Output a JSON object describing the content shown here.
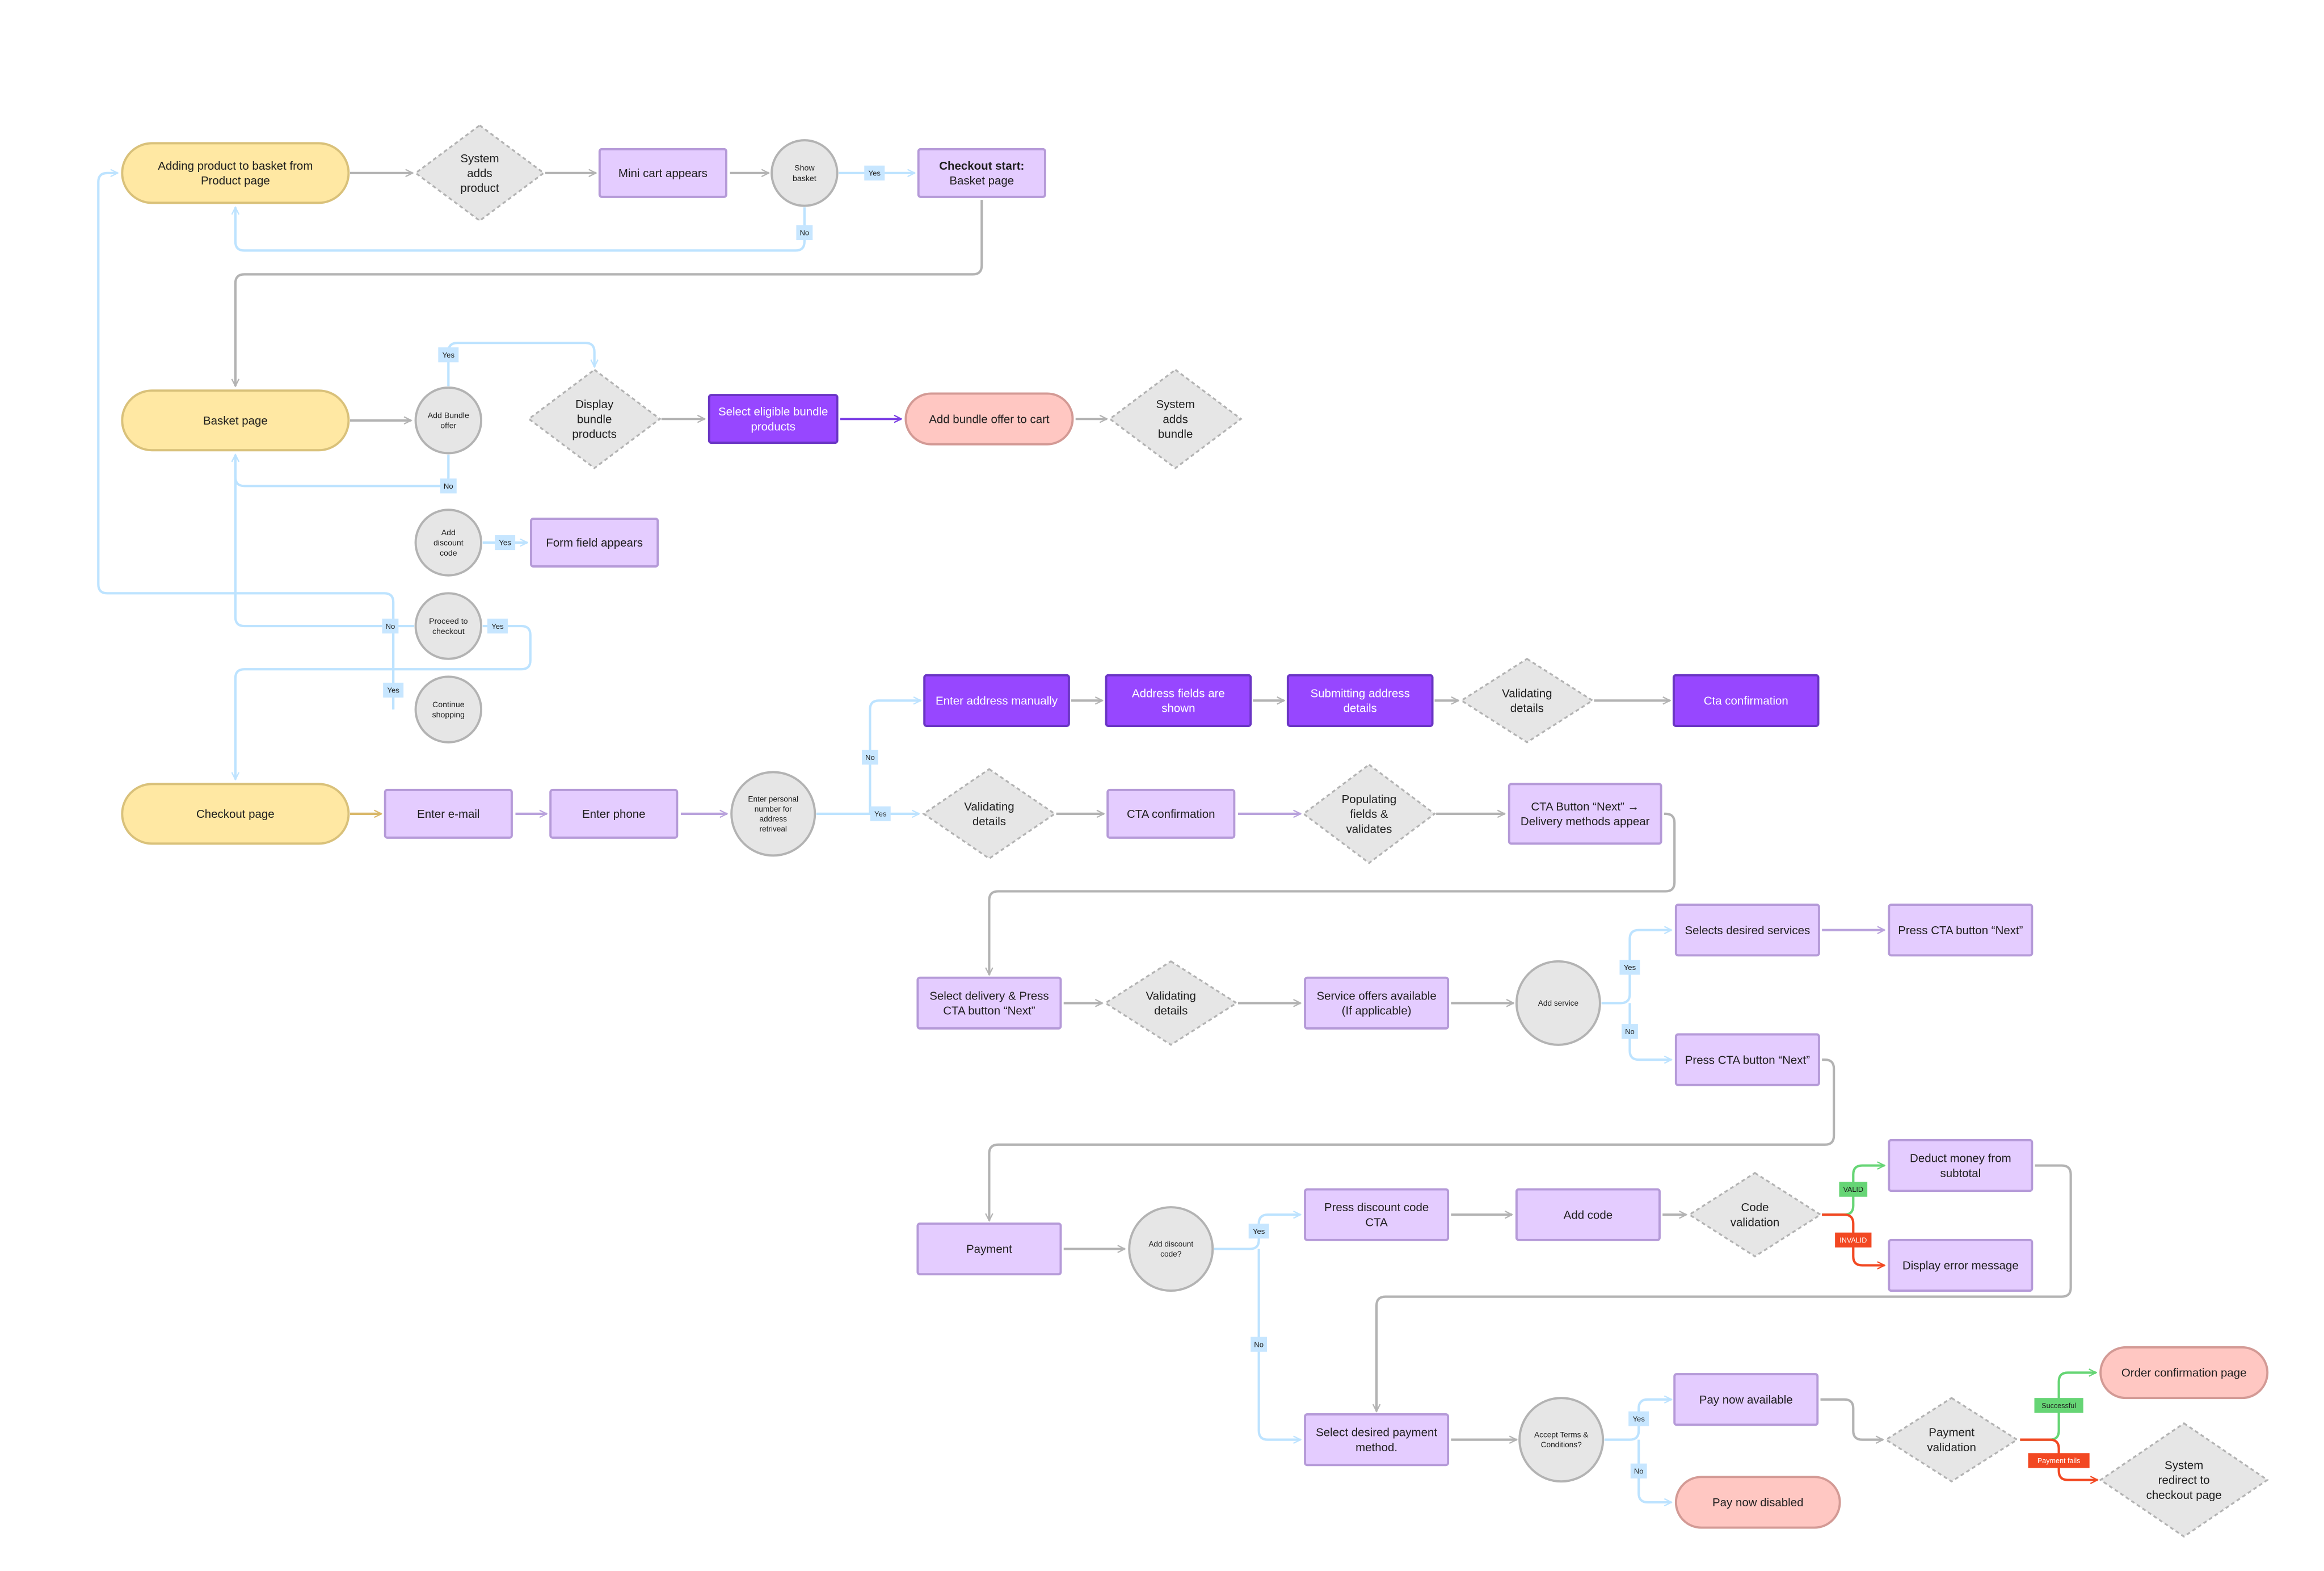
{
  "colors": {
    "terminal_yellow": "#ffe8a3",
    "process_light_purple": "#e4ccff",
    "process_dark_purple": "#9747ff",
    "terminal_pink": "#ffc7c2",
    "decision_gray": "#e6e6e6",
    "connector_blue": "#bde3ff",
    "connector_gray": "#b3b3b3",
    "valid_green": "#66d575",
    "invalid_red": "#f24822"
  },
  "nodes": [
    {
      "id": "n1",
      "type": "terminal",
      "style": "yellow",
      "lines": [
        "Adding product to basket from",
        "Product page"
      ]
    },
    {
      "id": "n2",
      "type": "decision",
      "style": "gray",
      "lines": [
        "System",
        "adds",
        "product"
      ]
    },
    {
      "id": "n3",
      "type": "process",
      "style": "light",
      "lines": [
        "Mini cart appears"
      ]
    },
    {
      "id": "n4",
      "type": "connector",
      "style": "gray",
      "lines": [
        "Show",
        "basket"
      ]
    },
    {
      "id": "n5",
      "type": "process",
      "style": "light",
      "lines": [
        "Checkout start:",
        "Basket page"
      ],
      "bold_first": true
    },
    {
      "id": "n6",
      "type": "terminal",
      "style": "yellow",
      "lines": [
        "Basket page"
      ]
    },
    {
      "id": "n7",
      "type": "connector",
      "style": "gray",
      "lines": [
        "Add Bundle",
        "offer"
      ]
    },
    {
      "id": "n8",
      "type": "decision",
      "style": "gray",
      "lines": [
        "Display",
        "bundle",
        "products"
      ]
    },
    {
      "id": "n9",
      "type": "process",
      "style": "dark",
      "lines": [
        "Select eligible bundle",
        "products"
      ]
    },
    {
      "id": "n10",
      "type": "terminal",
      "style": "pink",
      "lines": [
        "Add bundle offer to cart"
      ]
    },
    {
      "id": "n11",
      "type": "decision",
      "style": "gray",
      "lines": [
        "System",
        "adds",
        "bundle"
      ]
    },
    {
      "id": "n12",
      "type": "connector",
      "style": "gray",
      "lines": [
        "Add",
        "discount",
        "code"
      ]
    },
    {
      "id": "n13",
      "type": "process",
      "style": "light",
      "lines": [
        "Form field appears"
      ]
    },
    {
      "id": "n14",
      "type": "connector",
      "style": "gray",
      "lines": [
        "Proceed to",
        "checkout"
      ]
    },
    {
      "id": "n15",
      "type": "connector",
      "style": "gray",
      "lines": [
        "Continue",
        "shopping"
      ]
    },
    {
      "id": "n16",
      "type": "terminal",
      "style": "yellow",
      "lines": [
        "Checkout page"
      ]
    },
    {
      "id": "n17",
      "type": "process",
      "style": "light",
      "lines": [
        "Enter e-mail"
      ]
    },
    {
      "id": "n18",
      "type": "process",
      "style": "light",
      "lines": [
        "Enter phone"
      ]
    },
    {
      "id": "n19",
      "type": "connector",
      "style": "gray",
      "lines": [
        "Enter personal",
        "number for",
        "address",
        "retriveal"
      ]
    },
    {
      "id": "n20",
      "type": "decision",
      "style": "gray",
      "lines": [
        "Validating",
        "details"
      ]
    },
    {
      "id": "n21",
      "type": "process",
      "style": "light",
      "lines": [
        "CTA confirmation"
      ]
    },
    {
      "id": "n22",
      "type": "decision",
      "style": "gray",
      "lines": [
        "Populating",
        "fields &",
        "validates"
      ]
    },
    {
      "id": "n23",
      "type": "process",
      "style": "light",
      "lines": [
        "CTA Button “Next” →",
        "Delivery methods appear"
      ]
    },
    {
      "id": "n24",
      "type": "process",
      "style": "dark",
      "lines": [
        "Enter address manually"
      ]
    },
    {
      "id": "n25",
      "type": "process",
      "style": "dark",
      "lines": [
        "Address fields are",
        "shown"
      ]
    },
    {
      "id": "n26",
      "type": "process",
      "style": "dark",
      "lines": [
        "Submitting address",
        "details"
      ]
    },
    {
      "id": "n27",
      "type": "decision",
      "style": "gray",
      "lines": [
        "Validating",
        "details"
      ]
    },
    {
      "id": "n28",
      "type": "process",
      "style": "dark",
      "lines": [
        "Cta confirmation"
      ]
    },
    {
      "id": "n29",
      "type": "process",
      "style": "light",
      "lines": [
        "Select delivery & Press",
        "CTA button “Next”"
      ]
    },
    {
      "id": "n30",
      "type": "decision",
      "style": "gray",
      "lines": [
        "Validating",
        "details"
      ]
    },
    {
      "id": "n31",
      "type": "process",
      "style": "light",
      "lines": [
        "Service offers available",
        "(If applicable)"
      ]
    },
    {
      "id": "n32",
      "type": "connector",
      "style": "gray",
      "lines": [
        "Add service"
      ]
    },
    {
      "id": "n33",
      "type": "process",
      "style": "light",
      "lines": [
        "Selects desired services"
      ]
    },
    {
      "id": "n34",
      "type": "process",
      "style": "light",
      "lines": [
        "Press CTA button “Next”"
      ]
    },
    {
      "id": "n35",
      "type": "process",
      "style": "light",
      "lines": [
        "Press CTA button “Next”"
      ]
    },
    {
      "id": "n36",
      "type": "process",
      "style": "light",
      "lines": [
        "Payment"
      ]
    },
    {
      "id": "n37",
      "type": "connector",
      "style": "gray",
      "lines": [
        "Add discount",
        "code?"
      ]
    },
    {
      "id": "n38",
      "type": "process",
      "style": "light",
      "lines": [
        "Press discount code",
        "CTA"
      ]
    },
    {
      "id": "n39",
      "type": "process",
      "style": "light",
      "lines": [
        "Add code"
      ]
    },
    {
      "id": "n40",
      "type": "decision",
      "style": "gray",
      "lines": [
        "Code",
        "validation"
      ]
    },
    {
      "id": "n41",
      "type": "process",
      "style": "light",
      "lines": [
        "Deduct money from",
        "subtotal"
      ]
    },
    {
      "id": "n42",
      "type": "process",
      "style": "light",
      "lines": [
        "Display error message"
      ]
    },
    {
      "id": "n43",
      "type": "process",
      "style": "light",
      "lines": [
        "Select desired payment",
        "method."
      ]
    },
    {
      "id": "n44",
      "type": "connector",
      "style": "gray",
      "lines": [
        "Accept Terms &",
        "Conditions?"
      ]
    },
    {
      "id": "n45",
      "type": "process",
      "style": "light",
      "lines": [
        "Pay now available"
      ]
    },
    {
      "id": "n46",
      "type": "terminal",
      "style": "pink",
      "lines": [
        "Pay now disabled"
      ]
    },
    {
      "id": "n47",
      "type": "decision",
      "style": "gray",
      "lines": [
        "Payment",
        "validation"
      ]
    },
    {
      "id": "n48",
      "type": "terminal",
      "style": "pink",
      "lines": [
        "Order confirmation page"
      ]
    },
    {
      "id": "n49",
      "type": "decision",
      "style": "gray",
      "lines": [
        "System",
        "redirect to",
        "checkout page"
      ]
    }
  ],
  "edge_labels": [
    {
      "id": "l1",
      "text": "Yes",
      "kind": "blue"
    },
    {
      "id": "l2",
      "text": "No",
      "kind": "blue"
    },
    {
      "id": "l3",
      "text": "Yes",
      "kind": "blue"
    },
    {
      "id": "l4",
      "text": "No",
      "kind": "blue"
    },
    {
      "id": "l5",
      "text": "Yes",
      "kind": "blue"
    },
    {
      "id": "l6",
      "text": "No",
      "kind": "blue"
    },
    {
      "id": "l7",
      "text": "Yes",
      "kind": "blue"
    },
    {
      "id": "l8",
      "text": "Yes",
      "kind": "blue"
    },
    {
      "id": "l9",
      "text": "No",
      "kind": "blue"
    },
    {
      "id": "l10",
      "text": "Yes",
      "kind": "blue"
    },
    {
      "id": "l11",
      "text": "Yes",
      "kind": "blue"
    },
    {
      "id": "l12",
      "text": "No",
      "kind": "blue"
    },
    {
      "id": "l13",
      "text": "Yes",
      "kind": "blue"
    },
    {
      "id": "l14",
      "text": "No",
      "kind": "blue"
    },
    {
      "id": "l15",
      "text": "VALID",
      "kind": "green"
    },
    {
      "id": "l16",
      "text": "INVALID",
      "kind": "red"
    },
    {
      "id": "l17",
      "text": "Yes",
      "kind": "blue"
    },
    {
      "id": "l18",
      "text": "No",
      "kind": "blue"
    },
    {
      "id": "l19",
      "text": "Successful",
      "kind": "green"
    },
    {
      "id": "l20",
      "text": "Payment fails",
      "kind": "red"
    }
  ]
}
